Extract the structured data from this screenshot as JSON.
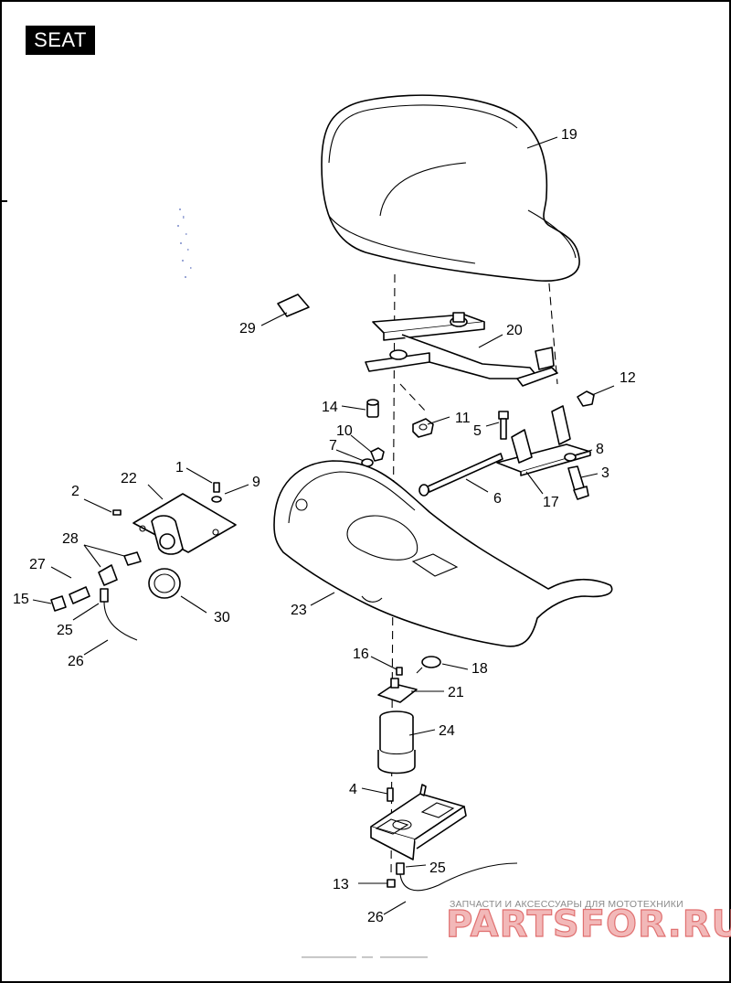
{
  "page": {
    "section_title": "SEAT"
  },
  "callouts": [
    {
      "id": "c1",
      "text": "1"
    },
    {
      "id": "c2",
      "text": "2"
    },
    {
      "id": "c3",
      "text": "3"
    },
    {
      "id": "c4a",
      "text": "4"
    },
    {
      "id": "c5",
      "text": "5"
    },
    {
      "id": "c6",
      "text": "6"
    },
    {
      "id": "c7",
      "text": "7"
    },
    {
      "id": "c8",
      "text": "8"
    },
    {
      "id": "c9",
      "text": "9"
    },
    {
      "id": "c10",
      "text": "10"
    },
    {
      "id": "c11",
      "text": "11"
    },
    {
      "id": "c12",
      "text": "12"
    },
    {
      "id": "c13",
      "text": "13"
    },
    {
      "id": "c14",
      "text": "14"
    },
    {
      "id": "c15",
      "text": "15"
    },
    {
      "id": "c16",
      "text": "16"
    },
    {
      "id": "c17",
      "text": "17"
    },
    {
      "id": "c18",
      "text": "18"
    },
    {
      "id": "c19",
      "text": "19"
    },
    {
      "id": "c20",
      "text": "20"
    },
    {
      "id": "c21",
      "text": "21"
    },
    {
      "id": "c22",
      "text": "22"
    },
    {
      "id": "c23",
      "text": "23"
    },
    {
      "id": "c24",
      "text": "24"
    },
    {
      "id": "c25a",
      "text": "25"
    },
    {
      "id": "c25b",
      "text": "25"
    },
    {
      "id": "c26a",
      "text": "26"
    },
    {
      "id": "c26b",
      "text": "26"
    },
    {
      "id": "c27",
      "text": "27"
    },
    {
      "id": "c28",
      "text": "28"
    },
    {
      "id": "c29",
      "text": "29"
    },
    {
      "id": "c30",
      "text": "30"
    }
  ],
  "watermark": {
    "tagline": "ЗАПЧАСТИ И АКСЕССУАРЫ ДЛЯ МОТОТЕХНИКИ",
    "brand": "PARTSFOR.RU",
    "brand_fill": "#f2b8b8",
    "brand_stroke": "#e07070"
  }
}
